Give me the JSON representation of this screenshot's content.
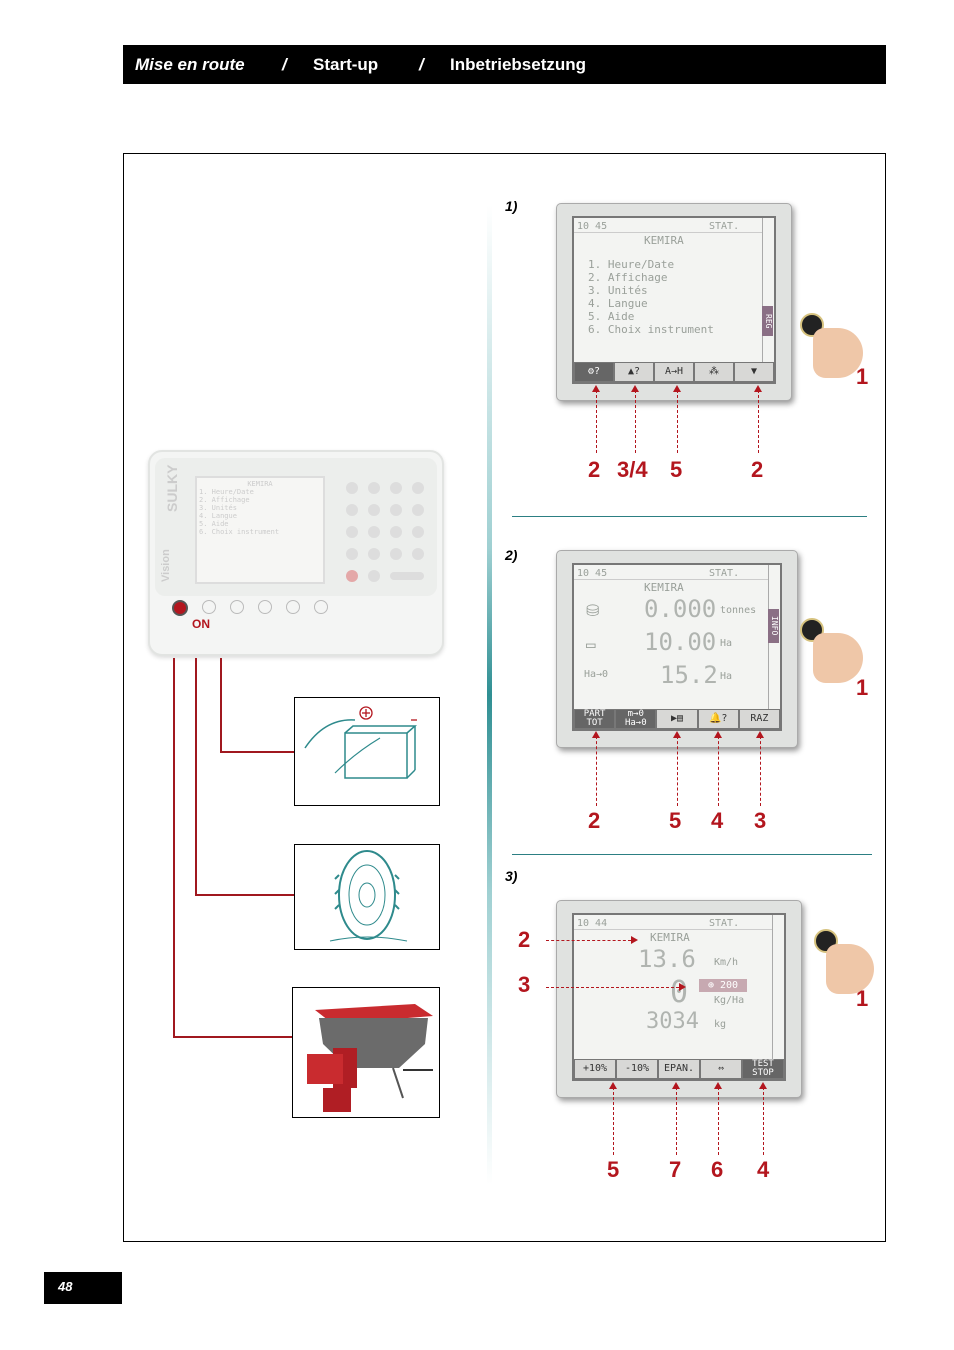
{
  "header": {
    "title_fr": "Mise en route",
    "sep1": "/",
    "title_en": "Start-up",
    "sep2": "/",
    "title_de": "Inbetriebsetzung"
  },
  "page_number": "48",
  "console": {
    "brand": "SULKY",
    "model": "Vision",
    "on_label": "ON"
  },
  "steps": [
    {
      "label": "1)",
      "screen": {
        "top_line": "10 45",
        "stat": "STAT.",
        "product": "KEMIRA",
        "menu": [
          "1. Heure/Date",
          "2. Affichage",
          "3. Unités",
          "4. Langue",
          "5. Aide",
          "6. Choix instrument"
        ],
        "active_tab": "REG",
        "softkeys": [
          "",
          "",
          "A→H",
          "",
          ""
        ]
      },
      "callouts": [
        "2",
        "3/4",
        "5",
        "2"
      ],
      "side_callout": "1"
    },
    {
      "label": "2)",
      "screen": {
        "top_line": "10 45",
        "stat": "STAT.",
        "product": "KEMIRA",
        "rows": [
          {
            "value": "0.000",
            "unit": "tonnes"
          },
          {
            "value": "10.00",
            "unit": "Ha"
          },
          {
            "label": "Ha→0",
            "value": "15.2",
            "unit": "Ha"
          }
        ],
        "active_tab": "INFO",
        "softkeys": [
          "PART TOT",
          "m→0 Ha→0",
          "",
          "",
          "RAZ"
        ]
      },
      "callouts": [
        "2",
        "5",
        "4",
        "3"
      ],
      "side_callout": "1"
    },
    {
      "label": "3)",
      "screen": {
        "top_line": "10 44",
        "stat": "STAT.",
        "product": "KEMIRA",
        "speed": "13.6",
        "speed_unit": "Km/h",
        "dose_target": "200",
        "dose": "0",
        "dose_unit": "Kg/Ha",
        "weight": "3034",
        "weight_unit": "kg",
        "softkeys": [
          "+10%",
          "-10%",
          "EPAN.",
          "",
          "TEST STOP"
        ]
      },
      "callouts_left": [
        "2",
        "3"
      ],
      "callouts": [
        "5",
        "7",
        "6",
        "4"
      ],
      "side_callout": "1"
    }
  ],
  "colors": {
    "accent": "#b3161e",
    "teal": "#2c7f83"
  }
}
